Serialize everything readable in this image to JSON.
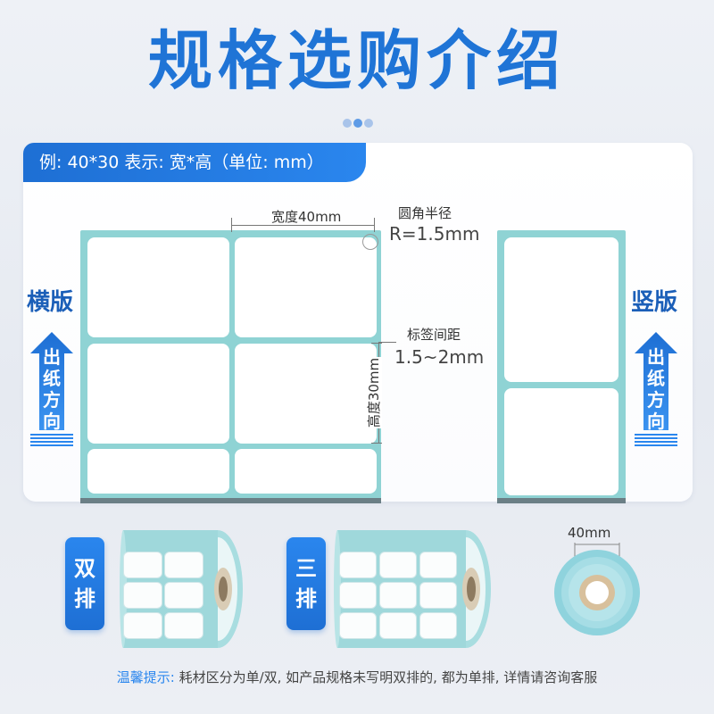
{
  "title": "规格选购介绍",
  "example_text": "例: 40*30 表示: 宽*高（单位: mm）",
  "horizontal": {
    "title": "横版",
    "arrow_label": [
      "出",
      "纸",
      "方",
      "向"
    ]
  },
  "vertical": {
    "title": "竖版",
    "arrow_label": [
      "出",
      "纸",
      "方",
      "向"
    ]
  },
  "dimensions": {
    "width_label": "宽度40mm",
    "height_label": "高度30mm",
    "radius_title": "圆角半径",
    "radius_value": "R=1.5mm",
    "gap_title": "标签间距",
    "gap_value": "1.5~2mm"
  },
  "rolls": {
    "double_badge": [
      "双",
      "排"
    ],
    "triple_badge": [
      "三",
      "排"
    ],
    "core_label": "40mm"
  },
  "tip": {
    "head": "温馨提示:",
    "body": " 耗材区分为单/双, 如产品规格未写明双排的, 都为单排, 详情请咨询客服"
  },
  "colors": {
    "accent": "#1f74d6",
    "label_backing": "#8fd3d4",
    "background": "#eef1f6"
  }
}
